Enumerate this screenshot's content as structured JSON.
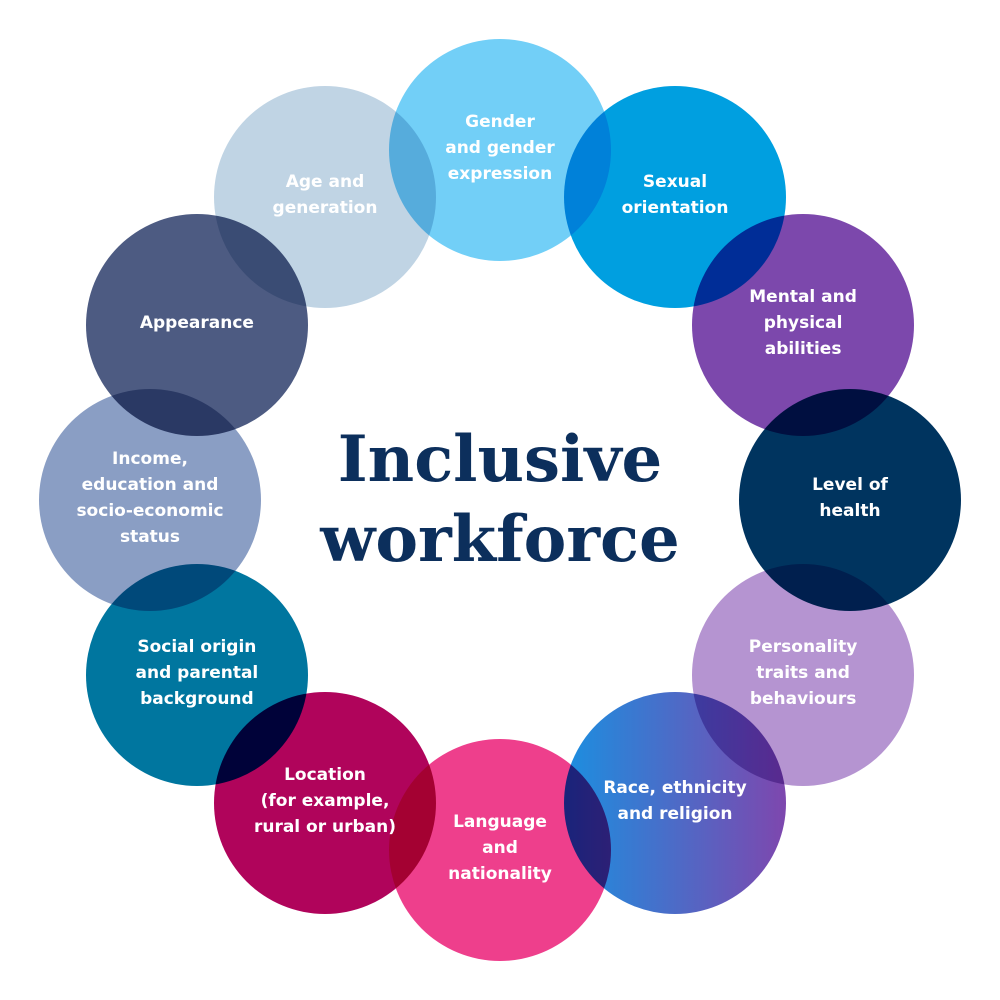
{
  "title": "Inclusive\nworkforce",
  "items": [
    {
      "label": "Gender\nand gender\nexpression",
      "color": "#72CFF7"
    },
    {
      "label": "Sexual\norientation",
      "color": "#009FE0"
    },
    {
      "label": "Mental and\nphysical\nabilities",
      "color": "#7C48AC"
    },
    {
      "label": "Level of\nhealth",
      "color": "#00345F"
    },
    {
      "label": "Personality\ntraits and\nbehaviours",
      "color": "#B594D1"
    },
    {
      "label": "Race, ethnicity\nand religion",
      "color": "#1B8FE0",
      "color2": "#7E47AE"
    },
    {
      "label": "Language\nand\nnationality",
      "color": "#EE3F8C"
    },
    {
      "label": "Location\n(for example,\nrural or urban)",
      "color": "#B0045B"
    },
    {
      "label": "Social origin\nand parental\nbackground",
      "color": "#00769F"
    },
    {
      "label": "Income,\neducation and\nsocio-economic\nstatus",
      "color": "#8A9EC4"
    },
    {
      "label": "Appearance",
      "color": "#4D5B82"
    },
    {
      "label": "Age and\ngeneration",
      "color": "#C0D4E4"
    }
  ]
}
